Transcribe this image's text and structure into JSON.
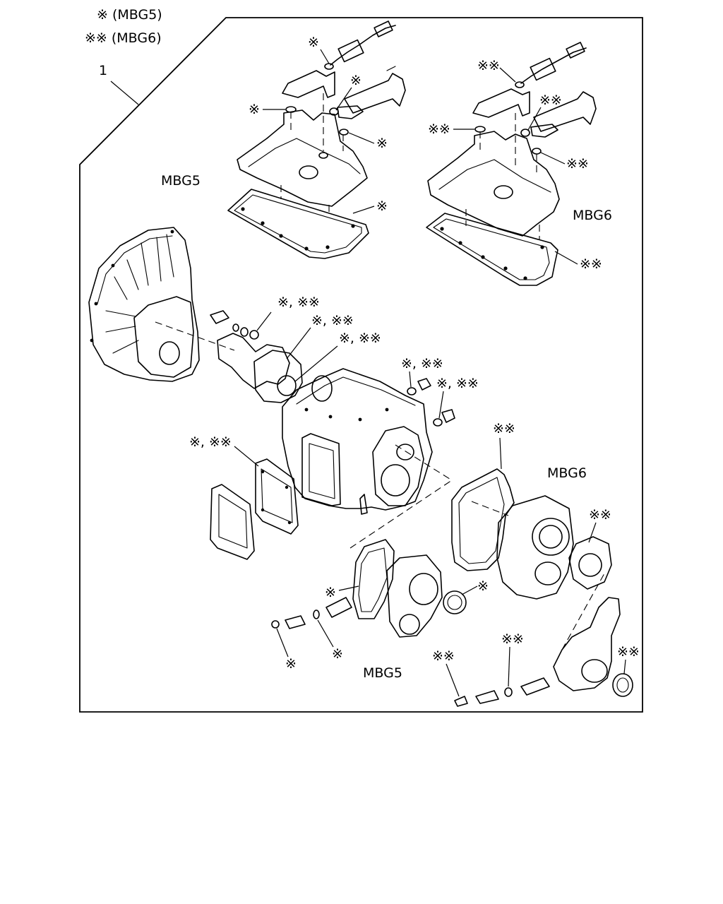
{
  "legend": {
    "single_mark": "※ (MBG5)",
    "double_mark": "※※ (MBG6)"
  },
  "kit_ref": "1",
  "callouts": {
    "a": "※",
    "b": "※",
    "c": "※",
    "d": "※",
    "e": "※",
    "f": "※※",
    "g": "※※",
    "h": "※※",
    "i": "※※",
    "j": "※※",
    "k": "※, ※※",
    "l": "※, ※※",
    "m": "※, ※※",
    "n": "※, ※※",
    "o": "※, ※※",
    "p": "※, ※※",
    "q": "※※",
    "r": "※※",
    "s": "※",
    "t": "※",
    "u": "※",
    "v": "※",
    "w": "※※",
    "x": "※※",
    "y": "※※"
  },
  "model_labels": {
    "top_left": "MBG5",
    "top_right": "MBG6",
    "mid_right": "MBG6",
    "bottom": "MBG5"
  }
}
